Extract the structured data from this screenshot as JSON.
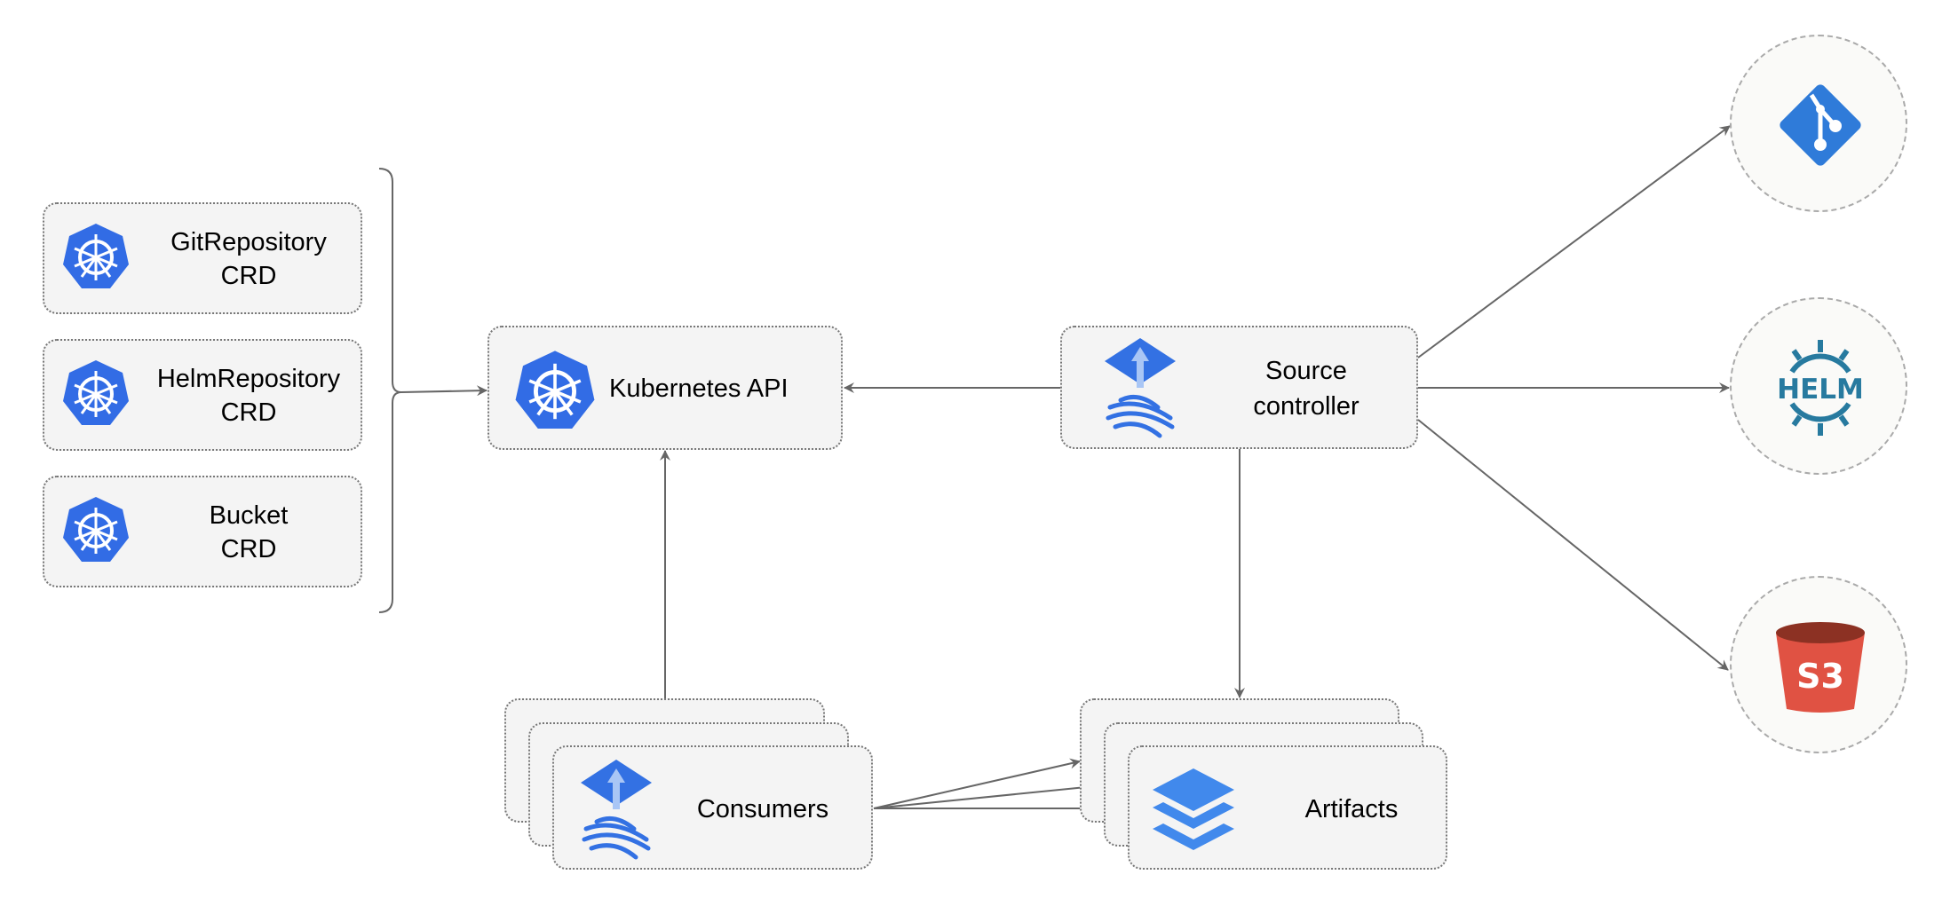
{
  "crds": [
    {
      "name": "GitRepository",
      "kind": "CRD"
    },
    {
      "name": "HelmRepository",
      "kind": "CRD"
    },
    {
      "name": "Bucket",
      "kind": "CRD"
    }
  ],
  "kubernetes_api": {
    "label": "Kubernetes API"
  },
  "source_controller": {
    "line1": "Source",
    "line2": "controller"
  },
  "consumers": {
    "label": "Consumers"
  },
  "artifacts": {
    "label": "Artifacts"
  },
  "sources": {
    "git": {
      "icon": "git-icon"
    },
    "helm": {
      "icon": "helm-icon",
      "text": "HELM"
    },
    "s3": {
      "icon": "s3-bucket-icon",
      "text": "S3"
    }
  },
  "colors": {
    "k8s_blue": "#326ce5",
    "flux_blue": "#3371e3",
    "artifact_blue": "#4189ec",
    "helm_teal": "#277a9f",
    "s3_red": "#e05243",
    "s3_dark": "#8c3123",
    "arrow": "#666666"
  }
}
